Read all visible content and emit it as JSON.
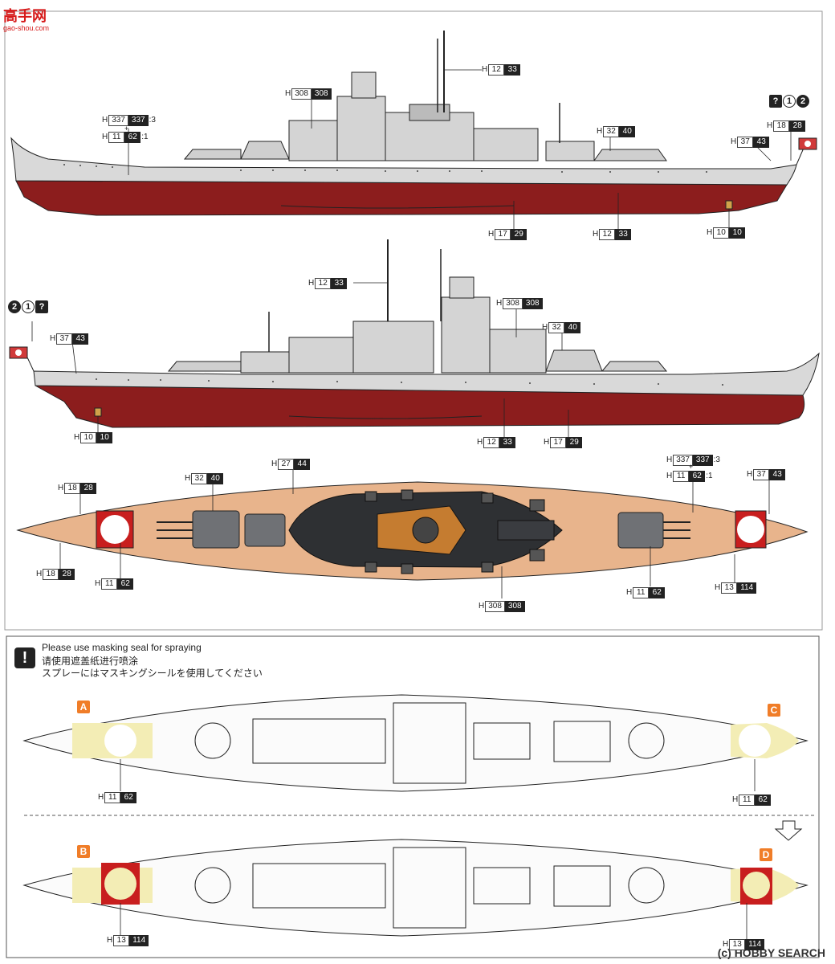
{
  "watermark_top": "高手网",
  "watermark_top_sub": "gao-shou.com",
  "watermark_bottom": "(c) HOBBY SEARCH",
  "colors": {
    "hull_red": "#8c1d1d",
    "hull_grey": "#d6d6d6",
    "deck_wood": "#e8b48c",
    "mask_yellow": "#f3edb5",
    "disc_red": "#c81e1e",
    "letter_orange": "#f07d28"
  },
  "codes": [
    {
      "id": "s1-mast",
      "h": "H",
      "a": "12",
      "b": "33"
    },
    {
      "id": "s1-bridge",
      "h": "H",
      "a": "308",
      "b": "308"
    },
    {
      "id": "s1-mix-a",
      "h": "H",
      "a": "337",
      "b": "337",
      "r": ":3"
    },
    {
      "id": "s1-mix-b",
      "h": "H",
      "a": "11",
      "b": "62",
      "r": ":1"
    },
    {
      "id": "s1-turret",
      "h": "H",
      "a": "32",
      "b": "40"
    },
    {
      "id": "s1-stern-a",
      "h": "H",
      "a": "18",
      "b": "28"
    },
    {
      "id": "s1-stern-b",
      "h": "H",
      "a": "37",
      "b": "43"
    },
    {
      "id": "s1-hull",
      "h": "H",
      "a": "17",
      "b": "29"
    },
    {
      "id": "s1-wl",
      "h": "H",
      "a": "12",
      "b": "33"
    },
    {
      "id": "s1-prop",
      "h": "H",
      "a": "10",
      "b": "10"
    },
    {
      "id": "s2-mast",
      "h": "H",
      "a": "12",
      "b": "33"
    },
    {
      "id": "s2-bridge",
      "h": "H",
      "a": "308",
      "b": "308"
    },
    {
      "id": "s2-turret",
      "h": "H",
      "a": "32",
      "b": "40"
    },
    {
      "id": "s2-stern",
      "h": "H",
      "a": "37",
      "b": "43"
    },
    {
      "id": "s2-prop",
      "h": "H",
      "a": "10",
      "b": "10"
    },
    {
      "id": "s2-wl",
      "h": "H",
      "a": "12",
      "b": "33"
    },
    {
      "id": "s2-hull",
      "h": "H",
      "a": "17",
      "b": "29"
    },
    {
      "id": "d-cat",
      "h": "H",
      "a": "27",
      "b": "44"
    },
    {
      "id": "d-turret",
      "h": "H",
      "a": "32",
      "b": "40"
    },
    {
      "id": "d-stern-a",
      "h": "H",
      "a": "18",
      "b": "28"
    },
    {
      "id": "d-stern-b",
      "h": "H",
      "a": "18",
      "b": "28"
    },
    {
      "id": "d-disc-l",
      "h": "H",
      "a": "11",
      "b": "62"
    },
    {
      "id": "d-mix-a",
      "h": "H",
      "a": "337",
      "b": "337",
      "r": ":3"
    },
    {
      "id": "d-mix-b",
      "h": "H",
      "a": "11",
      "b": "62",
      "r": ":1"
    },
    {
      "id": "d-bow-a",
      "h": "H",
      "a": "37",
      "b": "43"
    },
    {
      "id": "d-bridge",
      "h": "H",
      "a": "308",
      "b": "308"
    },
    {
      "id": "d-fwd",
      "h": "H",
      "a": "11",
      "b": "62"
    },
    {
      "id": "d-bow-disc",
      "h": "H",
      "a": "13",
      "b": "114"
    },
    {
      "id": "m-a",
      "h": "H",
      "a": "11",
      "b": "62"
    },
    {
      "id": "m-c",
      "h": "H",
      "a": "11",
      "b": "62"
    },
    {
      "id": "m-b",
      "h": "H",
      "a": "13",
      "b": "114"
    },
    {
      "id": "m-d",
      "h": "H",
      "a": "13",
      "b": "114"
    }
  ],
  "flag_symbols": {
    "q": "?",
    "one": "1",
    "two": "2"
  },
  "note": {
    "icon": "!",
    "en": "Please use masking seal for spraying",
    "zh": "请使用遮盖纸进行喷涂",
    "ja": "スプレーにはマスキングシールを使用してください"
  },
  "mask_letters": {
    "a": "A",
    "b": "B",
    "c": "C",
    "d": "D"
  }
}
